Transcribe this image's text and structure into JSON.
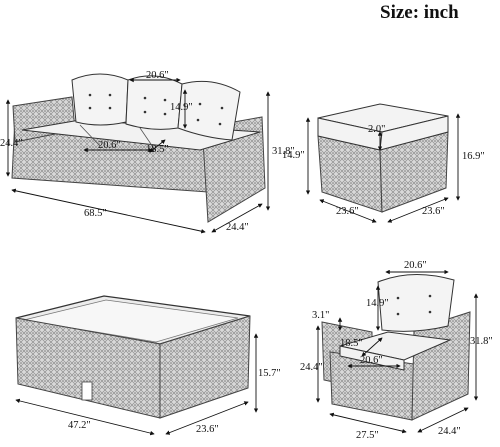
{
  "title": "Size: inch",
  "sofa": {
    "back_cushion_width": "20.6\"",
    "back_cushion_height": "14.9\"",
    "seat_cushion_width": "20.6\"",
    "seat_cushion_depth": "18.5\"",
    "arm_height": "24.4\"",
    "total_height": "31.8\"",
    "length": "68.5\"",
    "depth": "24.4\""
  },
  "ottoman": {
    "cushion_thickness": "2.0\"",
    "base_height": "14.9\"",
    "total_height": "16.9\"",
    "width": "23.6\"",
    "depth": "23.6\""
  },
  "table": {
    "height": "15.7\"",
    "length": "47.2\"",
    "width": "23.6\""
  },
  "chair": {
    "back_cushion_width": "20.6\"",
    "back_cushion_height": "14.9\"",
    "cushion_thickness": "3.1\"",
    "seat_cushion_depth": "18.5\"",
    "seat_cushion_width": "20.6\"",
    "arm_height": "24.4\"",
    "total_height": "31.8\"",
    "width": "27.5\"",
    "depth": "24.4\""
  }
}
